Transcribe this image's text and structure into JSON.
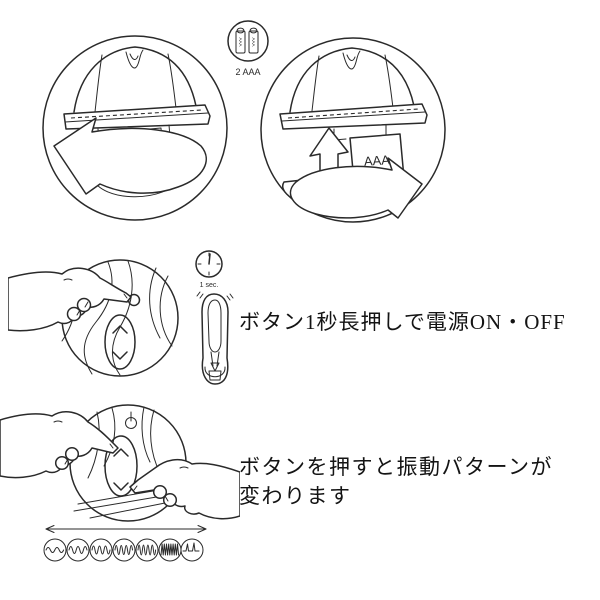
{
  "page": {
    "background": "#ffffff",
    "line_color": "#2a2a2a"
  },
  "battery_badge": {
    "label": "2 AAA",
    "cell_marking": "AAA",
    "battery_count": 2
  },
  "open_step": {
    "icon": "twist-open-rotate-arrow"
  },
  "insert_step": {
    "battery_label": "AAA",
    "icon": "insert-battery-up-arrow"
  },
  "power_step": {
    "timer_label": "1 sec.",
    "instruction": "ボタン1秒長押しで電源ON・OFF"
  },
  "pattern_step": {
    "instruction_line1": "ボタンを押すと振動パターンが",
    "instruction_line2": "変わります",
    "patterns": [
      "gentle-wave",
      "soft-wave",
      "medium-wave",
      "strong-wave",
      "intense-wave",
      "rapid-pulse",
      "intermittent-pulse"
    ]
  },
  "icons": {
    "battery": "aaa-battery-pair",
    "clock": "1-second-timer",
    "power": "power-symbol",
    "chevron_up": "∧",
    "chevron_down": "∨",
    "range_arrow": "↔"
  }
}
